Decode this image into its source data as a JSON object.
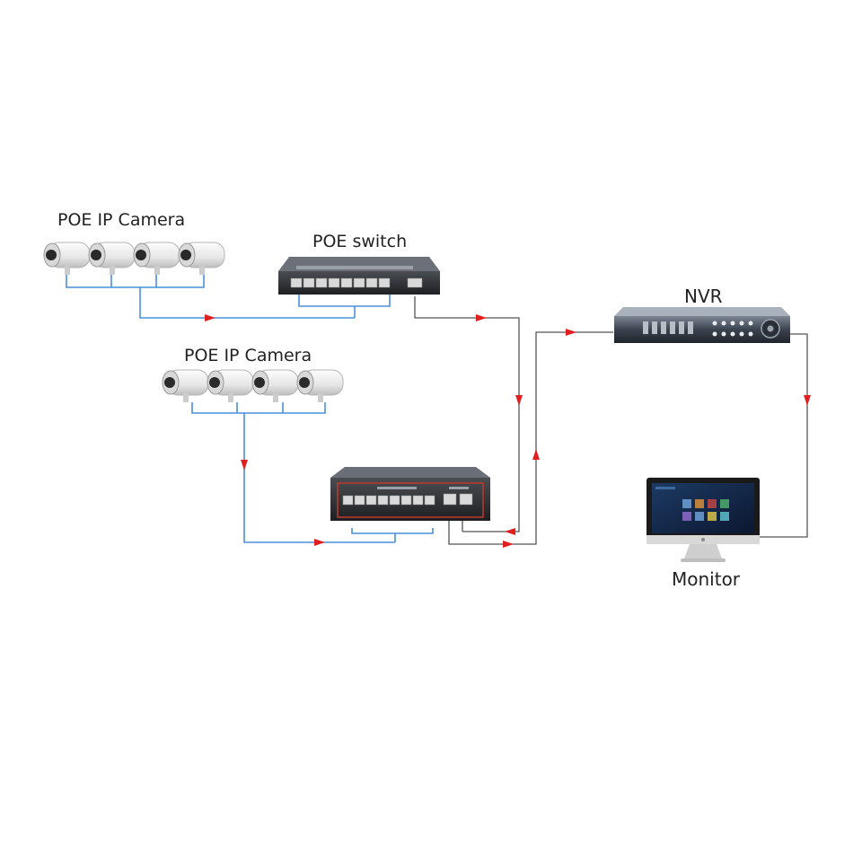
{
  "labels": {
    "camera_group_1": "POE IP Camera",
    "poe_switch": "POE switch",
    "camera_group_2": "POE IP Camera",
    "nvr": "NVR",
    "monitor": "Monitor"
  },
  "colors": {
    "camera_link": "#4a90d9",
    "uplink": "#555555",
    "arrow": "#e02020"
  },
  "icons": [
    "bullet-camera-icon",
    "poe-switch-icon",
    "nvr-icon",
    "monitor-icon"
  ]
}
